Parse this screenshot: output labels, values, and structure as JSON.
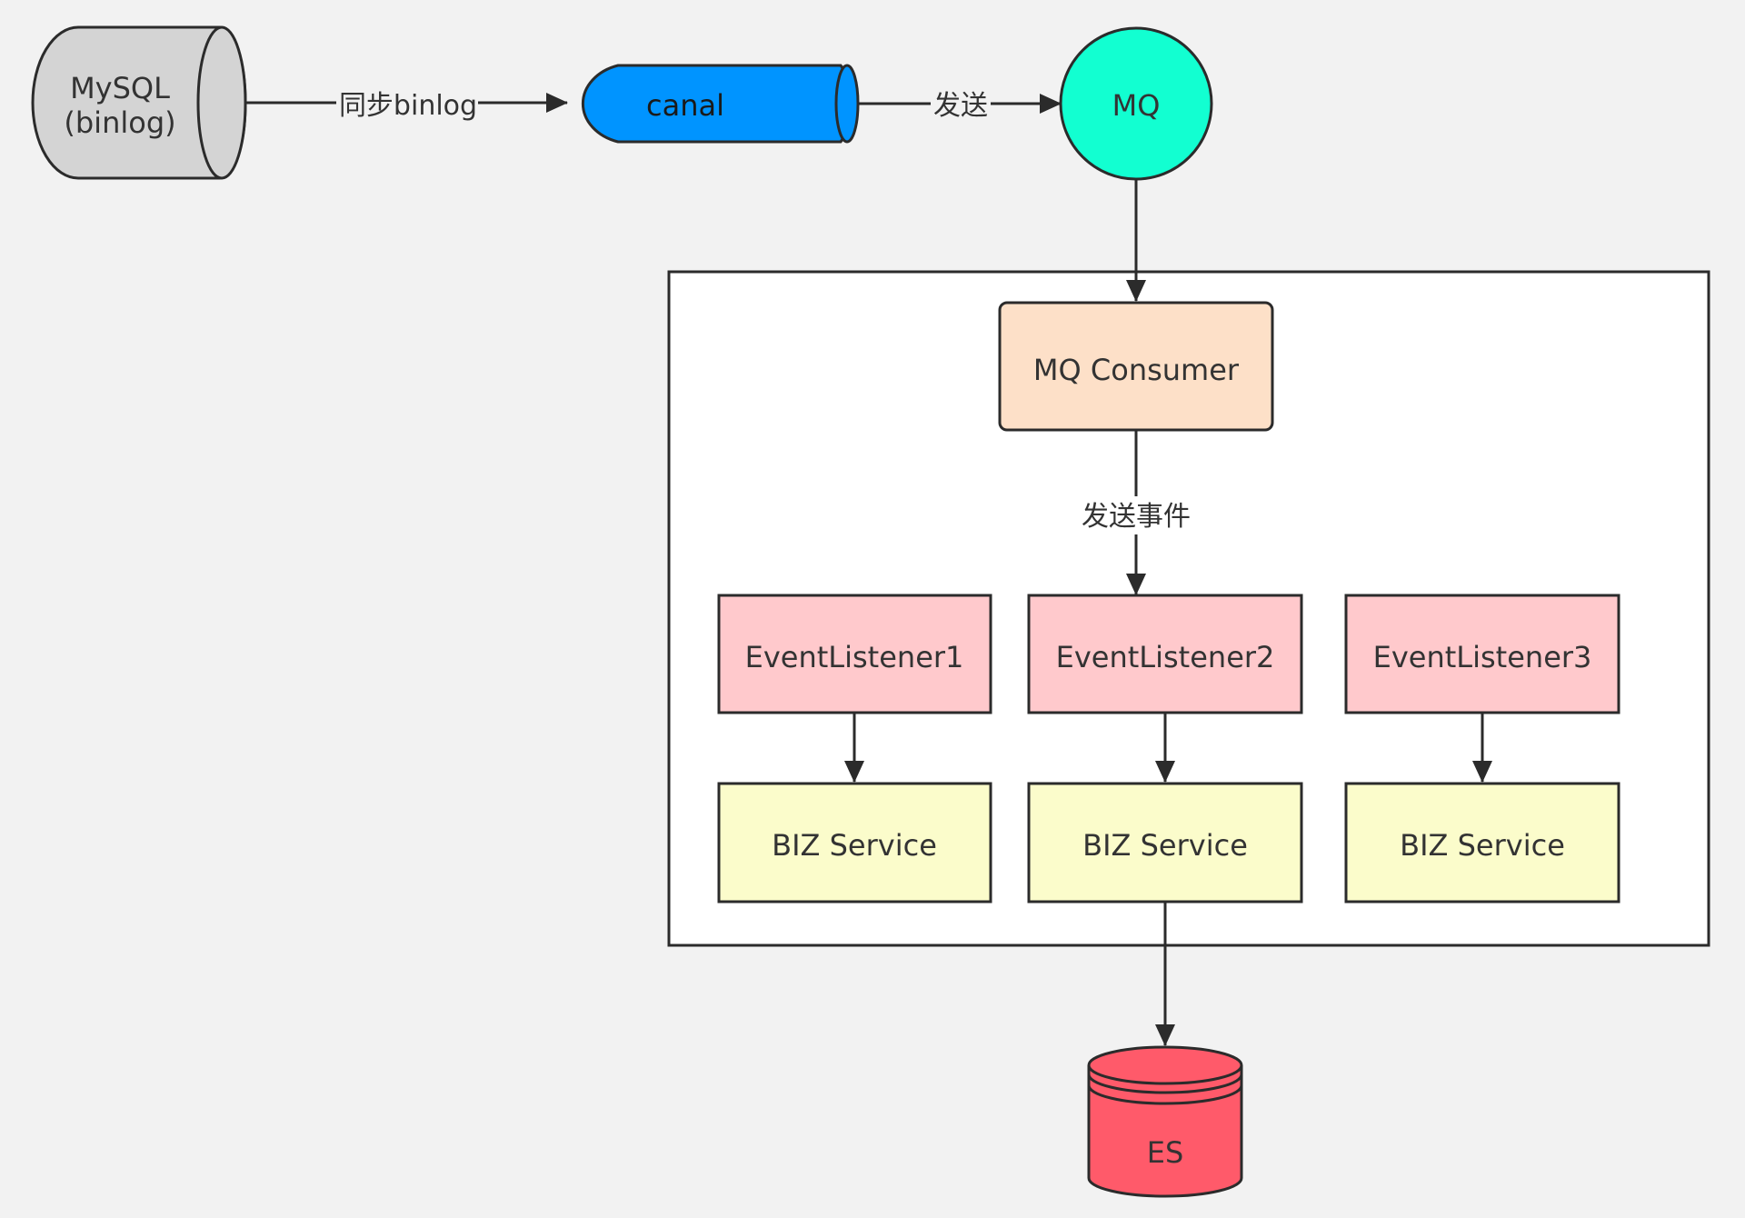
{
  "nodes": {
    "mysql": {
      "line1": "MySQL",
      "line2": "(binlog)"
    },
    "canal": {
      "label": "canal"
    },
    "mq": {
      "label": "MQ"
    },
    "consumer": {
      "label": "MQ Consumer"
    },
    "listeners": [
      {
        "label": "EventListener1"
      },
      {
        "label": "EventListener2"
      },
      {
        "label": "EventListener3"
      }
    ],
    "services": [
      {
        "label": "BIZ Service"
      },
      {
        "label": "BIZ Service"
      },
      {
        "label": "BIZ Service"
      }
    ],
    "es": {
      "label": "ES"
    }
  },
  "edges": {
    "mysql_to_canal": "同步binlog",
    "canal_to_mq": "发送",
    "consumer_to_listener": "发送事件"
  },
  "colors": {
    "background": "#f2f2f2",
    "mysql": "#d4d4d4",
    "canal": "#0094ff",
    "mq": "#12ffd1",
    "consumer": "#fde0c8",
    "listener": "#ffc9cc",
    "service": "#fbfccb",
    "es": "#ff5a6a",
    "stroke": "#2b2b2b"
  }
}
